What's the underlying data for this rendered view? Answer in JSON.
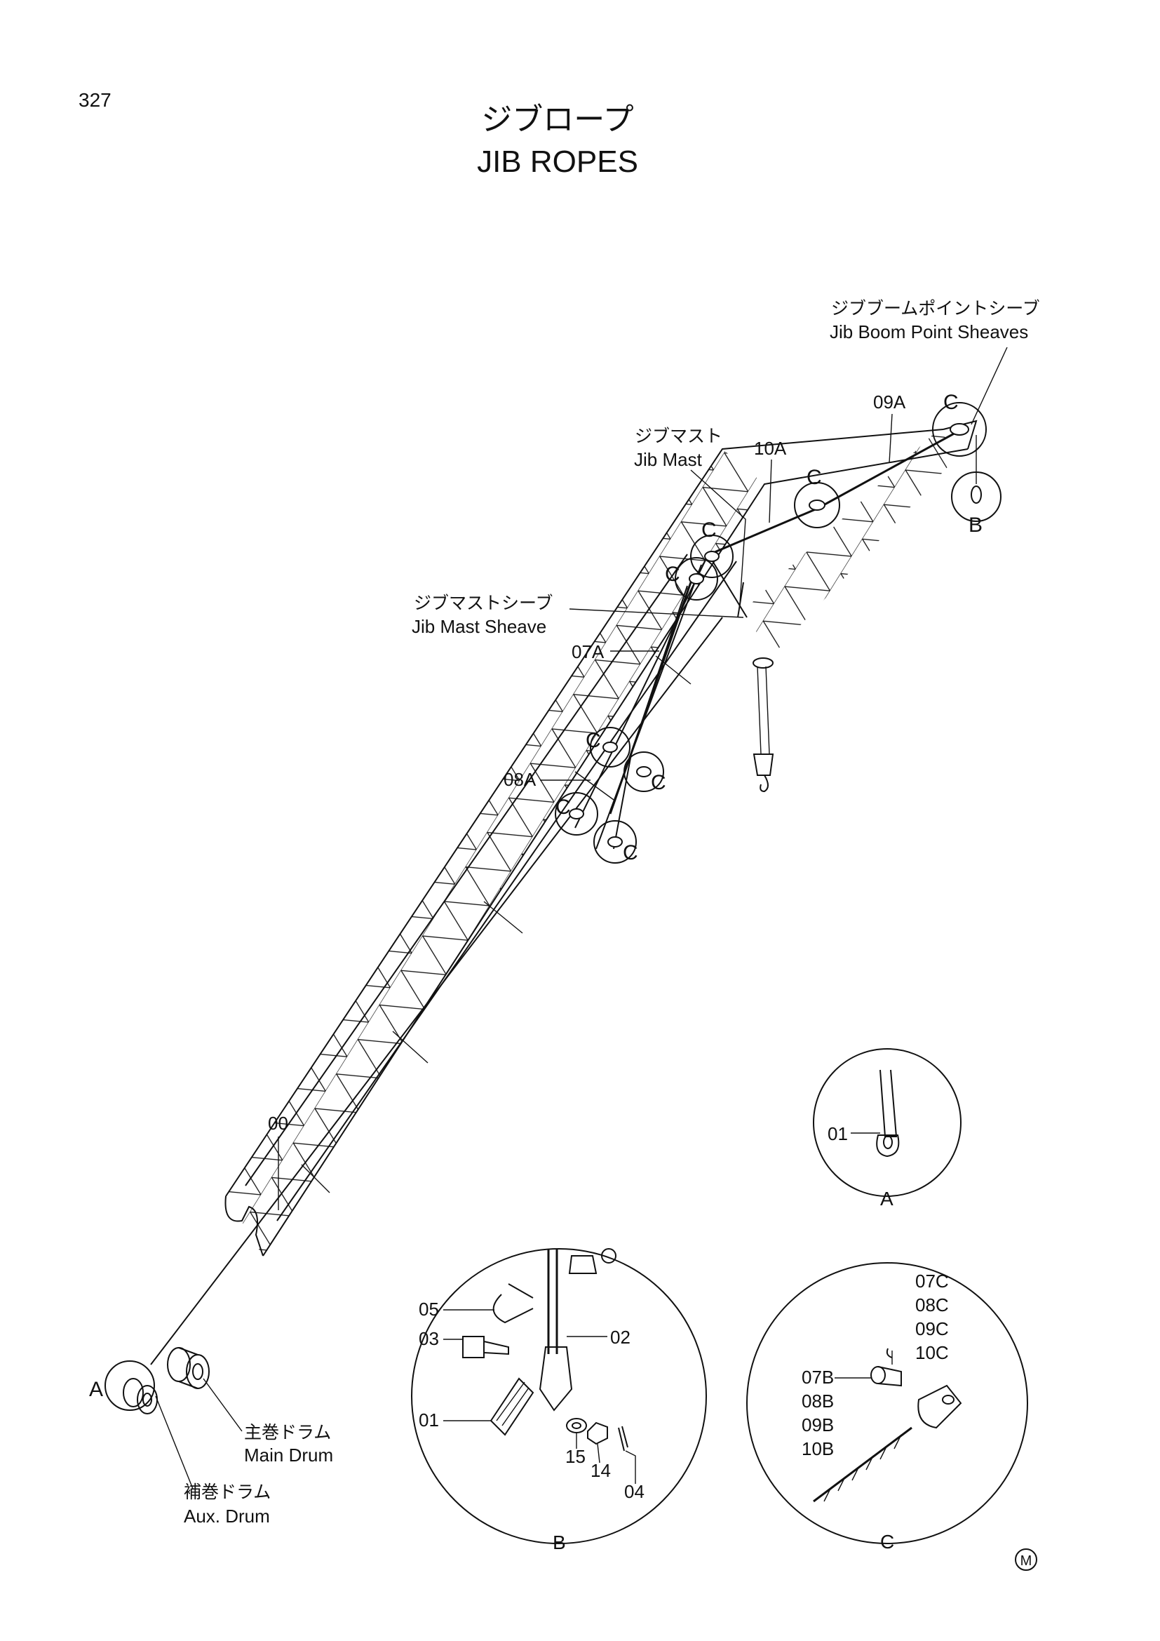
{
  "page_number": "327",
  "title_jp": "ジブロープ",
  "title_en": "JIB ROPES",
  "callouts": {
    "jib_boom_point_sheaves_jp": "ジブブームポイントシーブ",
    "jib_boom_point_sheaves_en": "Jib Boom Point Sheaves",
    "jib_mast_jp": "ジブマスト",
    "jib_mast_en": "Jib Mast",
    "jib_mast_sheave_jp": "ジブマストシーブ",
    "jib_mast_sheave_en": "Jib Mast Sheave",
    "main_drum_jp": "主巻ドラム",
    "main_drum_en": "Main Drum",
    "aux_drum_jp": "補巻ドラム",
    "aux_drum_en": "Aux. Drum"
  },
  "part_numbers": {
    "p00": "00",
    "p07A": "07A",
    "p08A": "08A",
    "p09A": "09A",
    "p10A": "10A"
  },
  "detail_marker": {
    "c": "C",
    "a": "A",
    "b": "B"
  },
  "detail_a": {
    "label": "A",
    "part": "01"
  },
  "detail_b": {
    "label": "B",
    "parts": [
      "05",
      "03",
      "01",
      "02",
      "15",
      "14",
      "04"
    ]
  },
  "detail_c": {
    "label": "C",
    "pins": [
      "07C",
      "08C",
      "09C",
      "10C"
    ],
    "pin_short": "10C",
    "ends": [
      "07B",
      "08B",
      "09B",
      "10B"
    ]
  },
  "maker_mark": "M"
}
